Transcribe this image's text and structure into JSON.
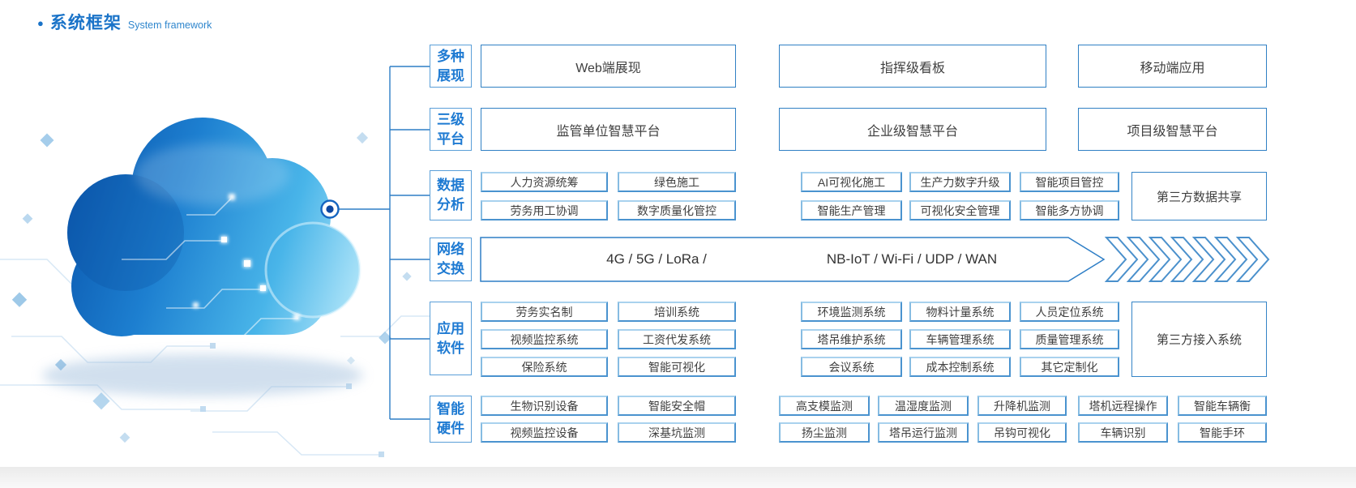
{
  "title": {
    "zh": "系统框架",
    "en": "System framework"
  },
  "colors": {
    "accent": "#1a73c8",
    "box_border": "#3a87c8",
    "label_text": "#1e7ad2",
    "body_text": "#3f3f3f"
  },
  "rows": {
    "display": {
      "label": "多种\n展现",
      "web": "Web端展现",
      "command": "指挥级看板",
      "mobile": "移动端应用"
    },
    "platform": {
      "label": "三级\n平台",
      "regulator": "监管单位智慧平台",
      "enterprise": "企业级智慧平台",
      "project": "项目级智慧平台"
    },
    "analysis": {
      "label": "数据\n分析",
      "r1c1": "人力资源统筹",
      "r1c2": "绿色施工",
      "r1c3": "AI可视化施工",
      "r1c4": "生产力数字升级",
      "r1c5": "智能项目管控",
      "r2c1": "劳务用工协调",
      "r2c2": "数字质量化管控",
      "r2c3": "智能生产管理",
      "r2c4": "可视化安全管理",
      "r2c5": "智能多方协调",
      "side": "第三方数据共享"
    },
    "network": {
      "label": "网络\n交换",
      "text_left": "4G / 5G / LoRa /",
      "text_right": "NB-IoT / Wi-Fi / UDP / WAN"
    },
    "software": {
      "label": "应用\n软件",
      "r1c1": "劳务实名制",
      "r1c2": "培训系统",
      "r1c3": "环境监测系统",
      "r1c4": "物料计量系统",
      "r1c5": "人员定位系统",
      "r2c1": "视频监控系统",
      "r2c2": "工资代发系统",
      "r2c3": "塔吊维护系统",
      "r2c4": "车辆管理系统",
      "r2c5": "质量管理系统",
      "r3c1": "保险系统",
      "r3c2": "智能可视化",
      "r3c3": "会议系统",
      "r3c4": "成本控制系统",
      "r3c5": "其它定制化",
      "side": "第三方接入系统"
    },
    "hardware": {
      "label": "智能\n硬件",
      "r1c1": "生物识别设备",
      "r1c2": "智能安全帽",
      "r1c3": "高支模监测",
      "r1c4": "温湿度监测",
      "r1c5": "升降机监测",
      "r1c6": "塔机远程操作",
      "r1c7": "智能车辆衡",
      "r2c1": "视频监控设备",
      "r2c2": "深基坑监测",
      "r2c3": "扬尘监测",
      "r2c4": "塔吊运行监测",
      "r2c5": "吊钩可视化",
      "r2c6": "车辆识别",
      "r2c7": "智能手环"
    }
  }
}
